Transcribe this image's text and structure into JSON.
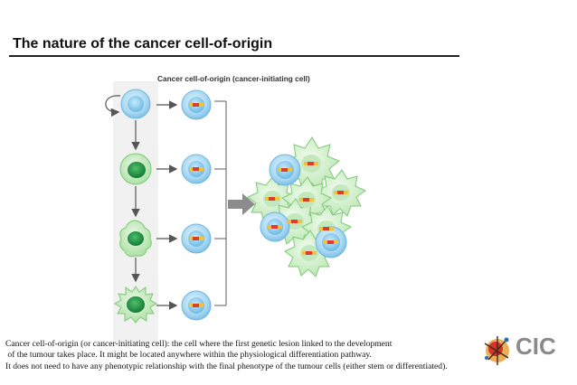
{
  "slide": {
    "title": "The nature of the cancer cell-of-origin"
  },
  "diagram": {
    "heading": "Cancer cell-of-origin (cancer-initiating cell)"
  },
  "caption": {
    "lines": [
      "Cancer cell-of-origin (or cancer-initiating cell): the cell where the first genetic lesion linked to the development",
      " of the tumour takes place. It might be located anywhere within the physiological differentiation pathway.",
      "It does not need to have any phenotypic relationship with the final phenotype of the tumour cells (either stem or differentiated)."
    ]
  },
  "logo": {
    "text": "CIC"
  },
  "colors": {
    "stem_cell_blue": "#a9d8f2",
    "differentiated_green": "#2e9a4e",
    "tumour_green": "#c6ecc2",
    "lesion_red": "#e23b2e",
    "lesion_yellow": "#f2c23c",
    "arrow_gray": "#555555"
  }
}
